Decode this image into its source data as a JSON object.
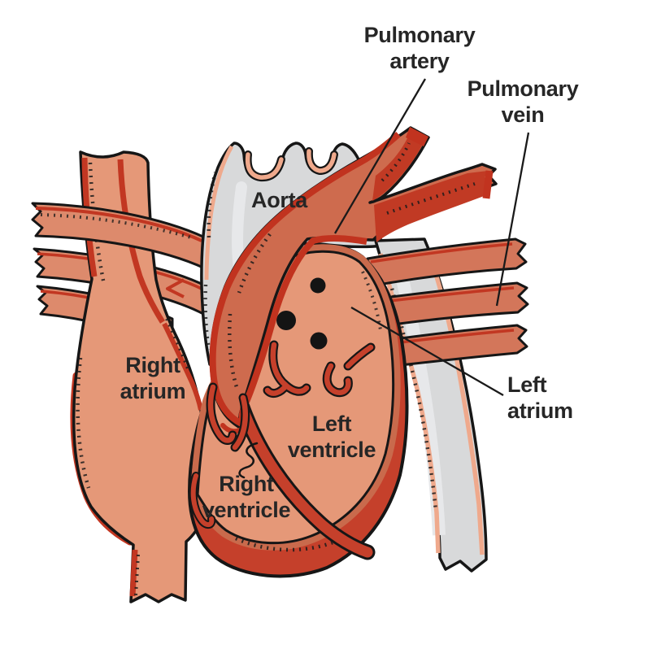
{
  "diagram": {
    "type": "anatomical-illustration",
    "subject": "Cross-section of the human heart with major vessels",
    "background": "#ffffff",
    "labels": [
      {
        "id": "pulmonary-artery",
        "text": "Pulmonary artery",
        "leader_line": true
      },
      {
        "id": "pulmonary-vein",
        "text": "Pulmonary vein",
        "leader_line": true
      },
      {
        "id": "aorta",
        "text": "Aorta",
        "leader_line": false
      },
      {
        "id": "right-atrium",
        "text": "Right atrium",
        "leader_line": false
      },
      {
        "id": "left-atrium",
        "text": "Left atrium",
        "leader_line": true
      },
      {
        "id": "left-ventricle",
        "text": "Left ventricle",
        "leader_line": false
      },
      {
        "id": "right-ventricle",
        "text": "Right ventricle",
        "leader_line": false
      }
    ],
    "colors": {
      "vessel_salmon": "#E59878",
      "tube_salmon": "#DD8A6C",
      "trunk_deep_salmon": "#CE6B4E",
      "vein_salmon": "#D3765A",
      "blood_red": "#C23722",
      "band_red": "#C5402B",
      "branch_red": "#C13A24",
      "myocardium_mid": "#C96A4C",
      "aorta_gray": "#D8D9DA",
      "aorta_gray_light": "#E7E8EA",
      "rim_pink": "#EFA98C",
      "outline_ink": "#161616",
      "label_text": "#262626"
    }
  }
}
